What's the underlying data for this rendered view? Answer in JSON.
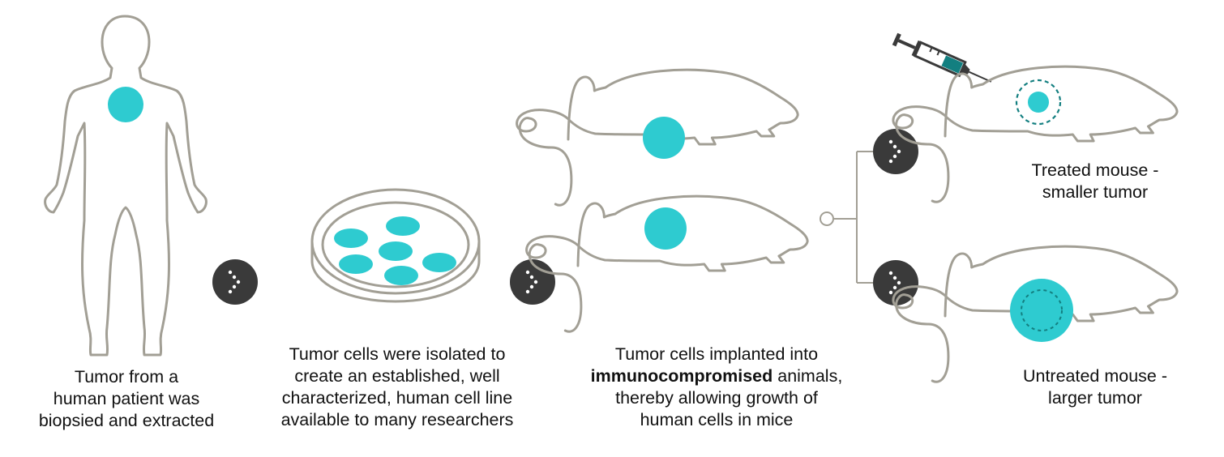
{
  "colors": {
    "outline": "#a29f95",
    "tumor": "#2ecbd0",
    "arrow_disc": "#3a3a3a",
    "arrow_dots": "#ffffff",
    "syringe_dark": "#3a3a3a",
    "syringe_fill": "#137f80",
    "dashed_ring": "#137f80"
  },
  "icons": {
    "human": "human-body-icon",
    "dish": "petri-dish-icon",
    "mouse": "mouse-icon",
    "syringe": "syringe-icon",
    "arrow": "chevron-right-arrow-icon"
  },
  "steps": [
    {
      "lines": [
        "Tumor from a",
        "human patient was",
        "biopsied and extracted"
      ]
    },
    {
      "lines": [
        "Tumor cells were isolated to",
        "create an established, well",
        "characterized, human cell line",
        "available to many researchers"
      ]
    },
    {
      "line1": "Tumor cells implanted into",
      "line2_bold": "immunocompromised",
      "line2_rest": " animals,",
      "line3": "thereby allowing growth of",
      "line4": "human cells in mice"
    }
  ],
  "outcomes": [
    {
      "lines": [
        "Treated mouse -",
        "smaller tumor"
      ]
    },
    {
      "lines": [
        "Untreated mouse -",
        "larger tumor"
      ]
    }
  ]
}
